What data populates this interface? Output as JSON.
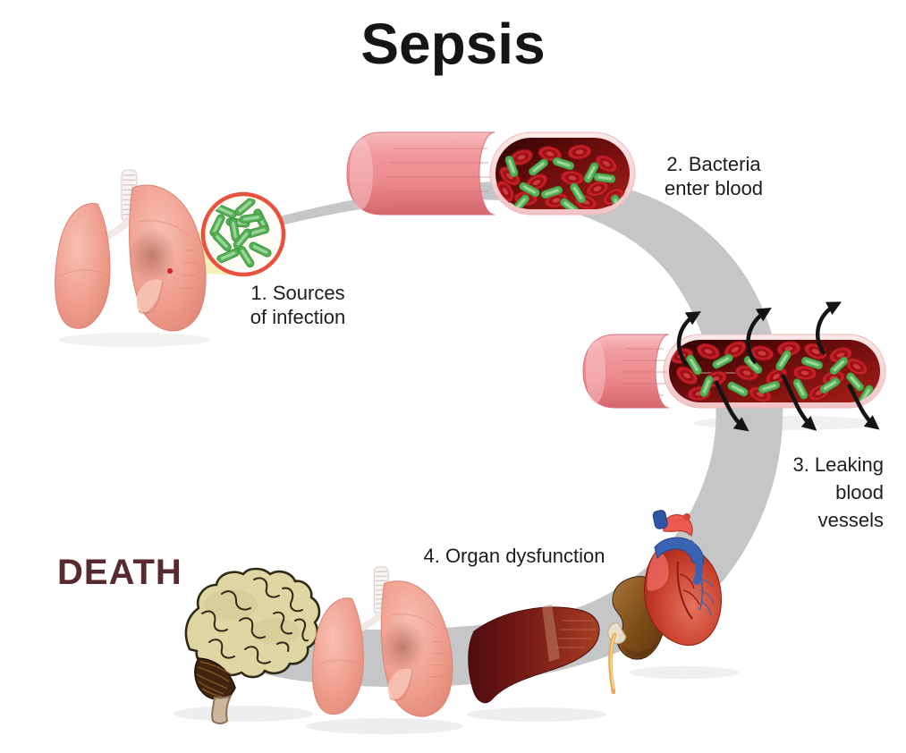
{
  "title": "Sepsis",
  "steps": {
    "step1": {
      "line1": "1. Sources",
      "line2": "of infection"
    },
    "step2": {
      "line1": "2. Bacteria",
      "line2": "enter blood"
    },
    "step3": {
      "line1": "3. Leaking",
      "line2": "blood",
      "line3": "vessels"
    },
    "step4": {
      "label": "4. Organ dysfunction"
    }
  },
  "death_label": "DEATH",
  "illustrations": {
    "cycle_arc": "gray circular progression arc",
    "step1_icon": "lungs-with-bacteria-magnifier",
    "step2_icon": "blood-vessel-with-bacteria",
    "step3_icon": "leaking-blood-vessel-with-arrows",
    "step4_icons": [
      "brain",
      "lungs",
      "liver",
      "kidney",
      "heart"
    ]
  },
  "colors": {
    "title-text": "#151515",
    "label-text": "#1d1d1d",
    "death-text": "#58292e",
    "arc": "#c5c6c8",
    "vessel-wall": "#ee8e92",
    "vessel-rim": "#f8d6d7",
    "blood": "#6b0d0d",
    "rbc": "#c32026",
    "bacteria": "#56b156",
    "magnifier-ring": "#e8513d",
    "beam": "#f5efb5"
  }
}
